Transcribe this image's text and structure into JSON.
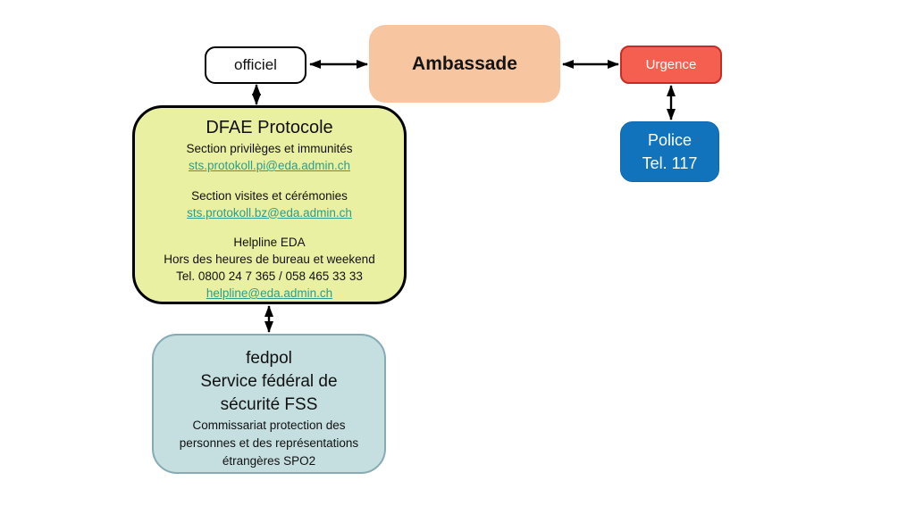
{
  "colors": {
    "ambassade_fill": "#F7C6A1",
    "urgence_fill": "#F45F4F",
    "urgence_border": "#C62C23",
    "police_fill": "#1273BD",
    "police_border": "#0E67AE",
    "dfae_fill": "#EAF0A2",
    "fedpol_fill": "#C5DEE0",
    "fedpol_border": "#86ABB4",
    "link_color": "#2D9C8C",
    "arrow_color": "#000000"
  },
  "boxes": {
    "officiel": {
      "label": "officiel"
    },
    "ambassade": {
      "label": "Ambassade"
    },
    "urgence": {
      "label": "Urgence"
    },
    "police": {
      "line1": "Police",
      "line2": "Tel. 117"
    },
    "dfae": {
      "title": "DFAE Protocole",
      "section1_label": "Section privilèges et immunités",
      "section1_email": "sts.protokoll.pi@eda.admin.ch",
      "section2_label": "Section visites et cérémonies",
      "section2_email": "sts.protokoll.bz@eda.admin.ch",
      "helpline_title": "Helpline EDA",
      "helpline_hours": "Hors des heures de bureau et weekend",
      "helpline_phone": "Tel. 0800 24 7 365 / 058 465 33 33",
      "helpline_email": "helpline@eda.admin.ch"
    },
    "fedpol": {
      "line1": "fedpol",
      "line2": "Service fédéral de",
      "line3": "sécurité FSS",
      "sub1": "Commissariat protection des",
      "sub2": "personnes et des représentations",
      "sub3": "étrangères SPO2"
    }
  }
}
